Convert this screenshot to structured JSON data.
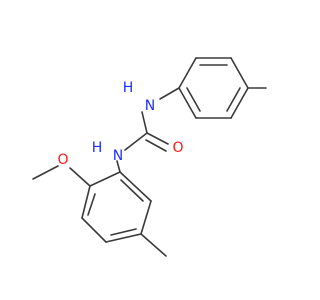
{
  "molecule": {
    "colors": {
      "bond": "#3a3a3a",
      "nitrogen": "#1f2fff",
      "oxygen": "#ff1a1a"
    },
    "atoms": {
      "nh_top": "N",
      "nh_top_h": "H",
      "nh_bottom": "N",
      "nh_bottom_h": "H",
      "carbonyl_o": "O",
      "methoxy_o": "O"
    }
  }
}
